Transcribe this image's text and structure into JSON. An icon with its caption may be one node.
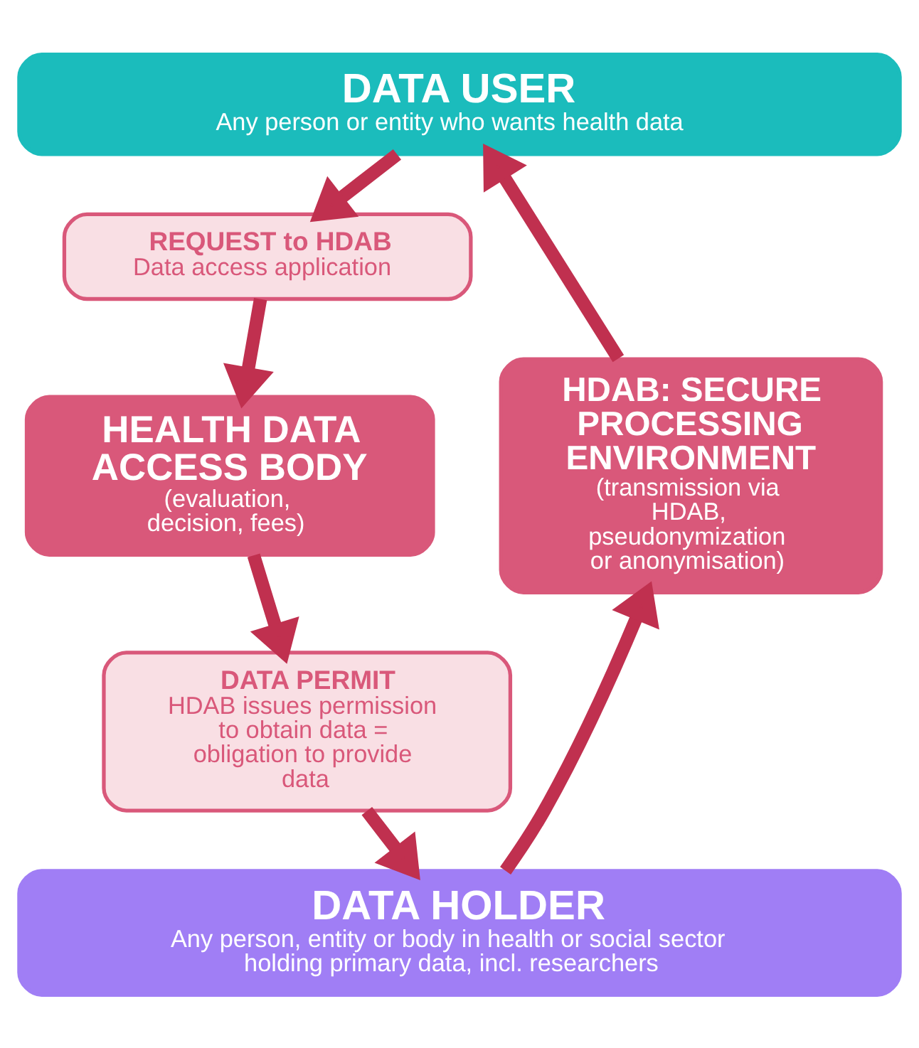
{
  "diagram": {
    "nodes": [
      {
        "text": [
          "DATA USER",
          "Any person or entity who wants health data"
        ]
      },
      {
        "text": [
          "REQUEST to HDAB",
          "Data access application"
        ]
      },
      {
        "text": [
          "HEALTH DATA ACCESS BODY",
          "(evaluation, decision, fees)"
        ]
      },
      {
        "text": [
          "DATA PERMIT",
          "HDAB issues permission to obtain data = obligation to provide data"
        ]
      },
      {
        "text": [
          "HDAB: SECURE PROCESSING ENVIRONMENT",
          "(transmission via HDAB, pseudonymization or anonymisation)"
        ]
      },
      {
        "text": [
          "DATA HOLDER",
          "Any person, entity or body in health or social sector holding primary data, incl. researchers"
        ]
      }
    ],
    "edges": [
      {
        "from": 0,
        "to": 1,
        "arrow": "to"
      },
      {
        "from": 1,
        "to": 2,
        "arrow": "to"
      },
      {
        "from": 2,
        "to": 3,
        "arrow": "to"
      },
      {
        "from": 3,
        "to": 5,
        "arrow": "to"
      },
      {
        "from": 5,
        "to": 4,
        "arrow": "to"
      },
      {
        "from": 4,
        "to": 0,
        "arrow": "to"
      }
    ]
  }
}
